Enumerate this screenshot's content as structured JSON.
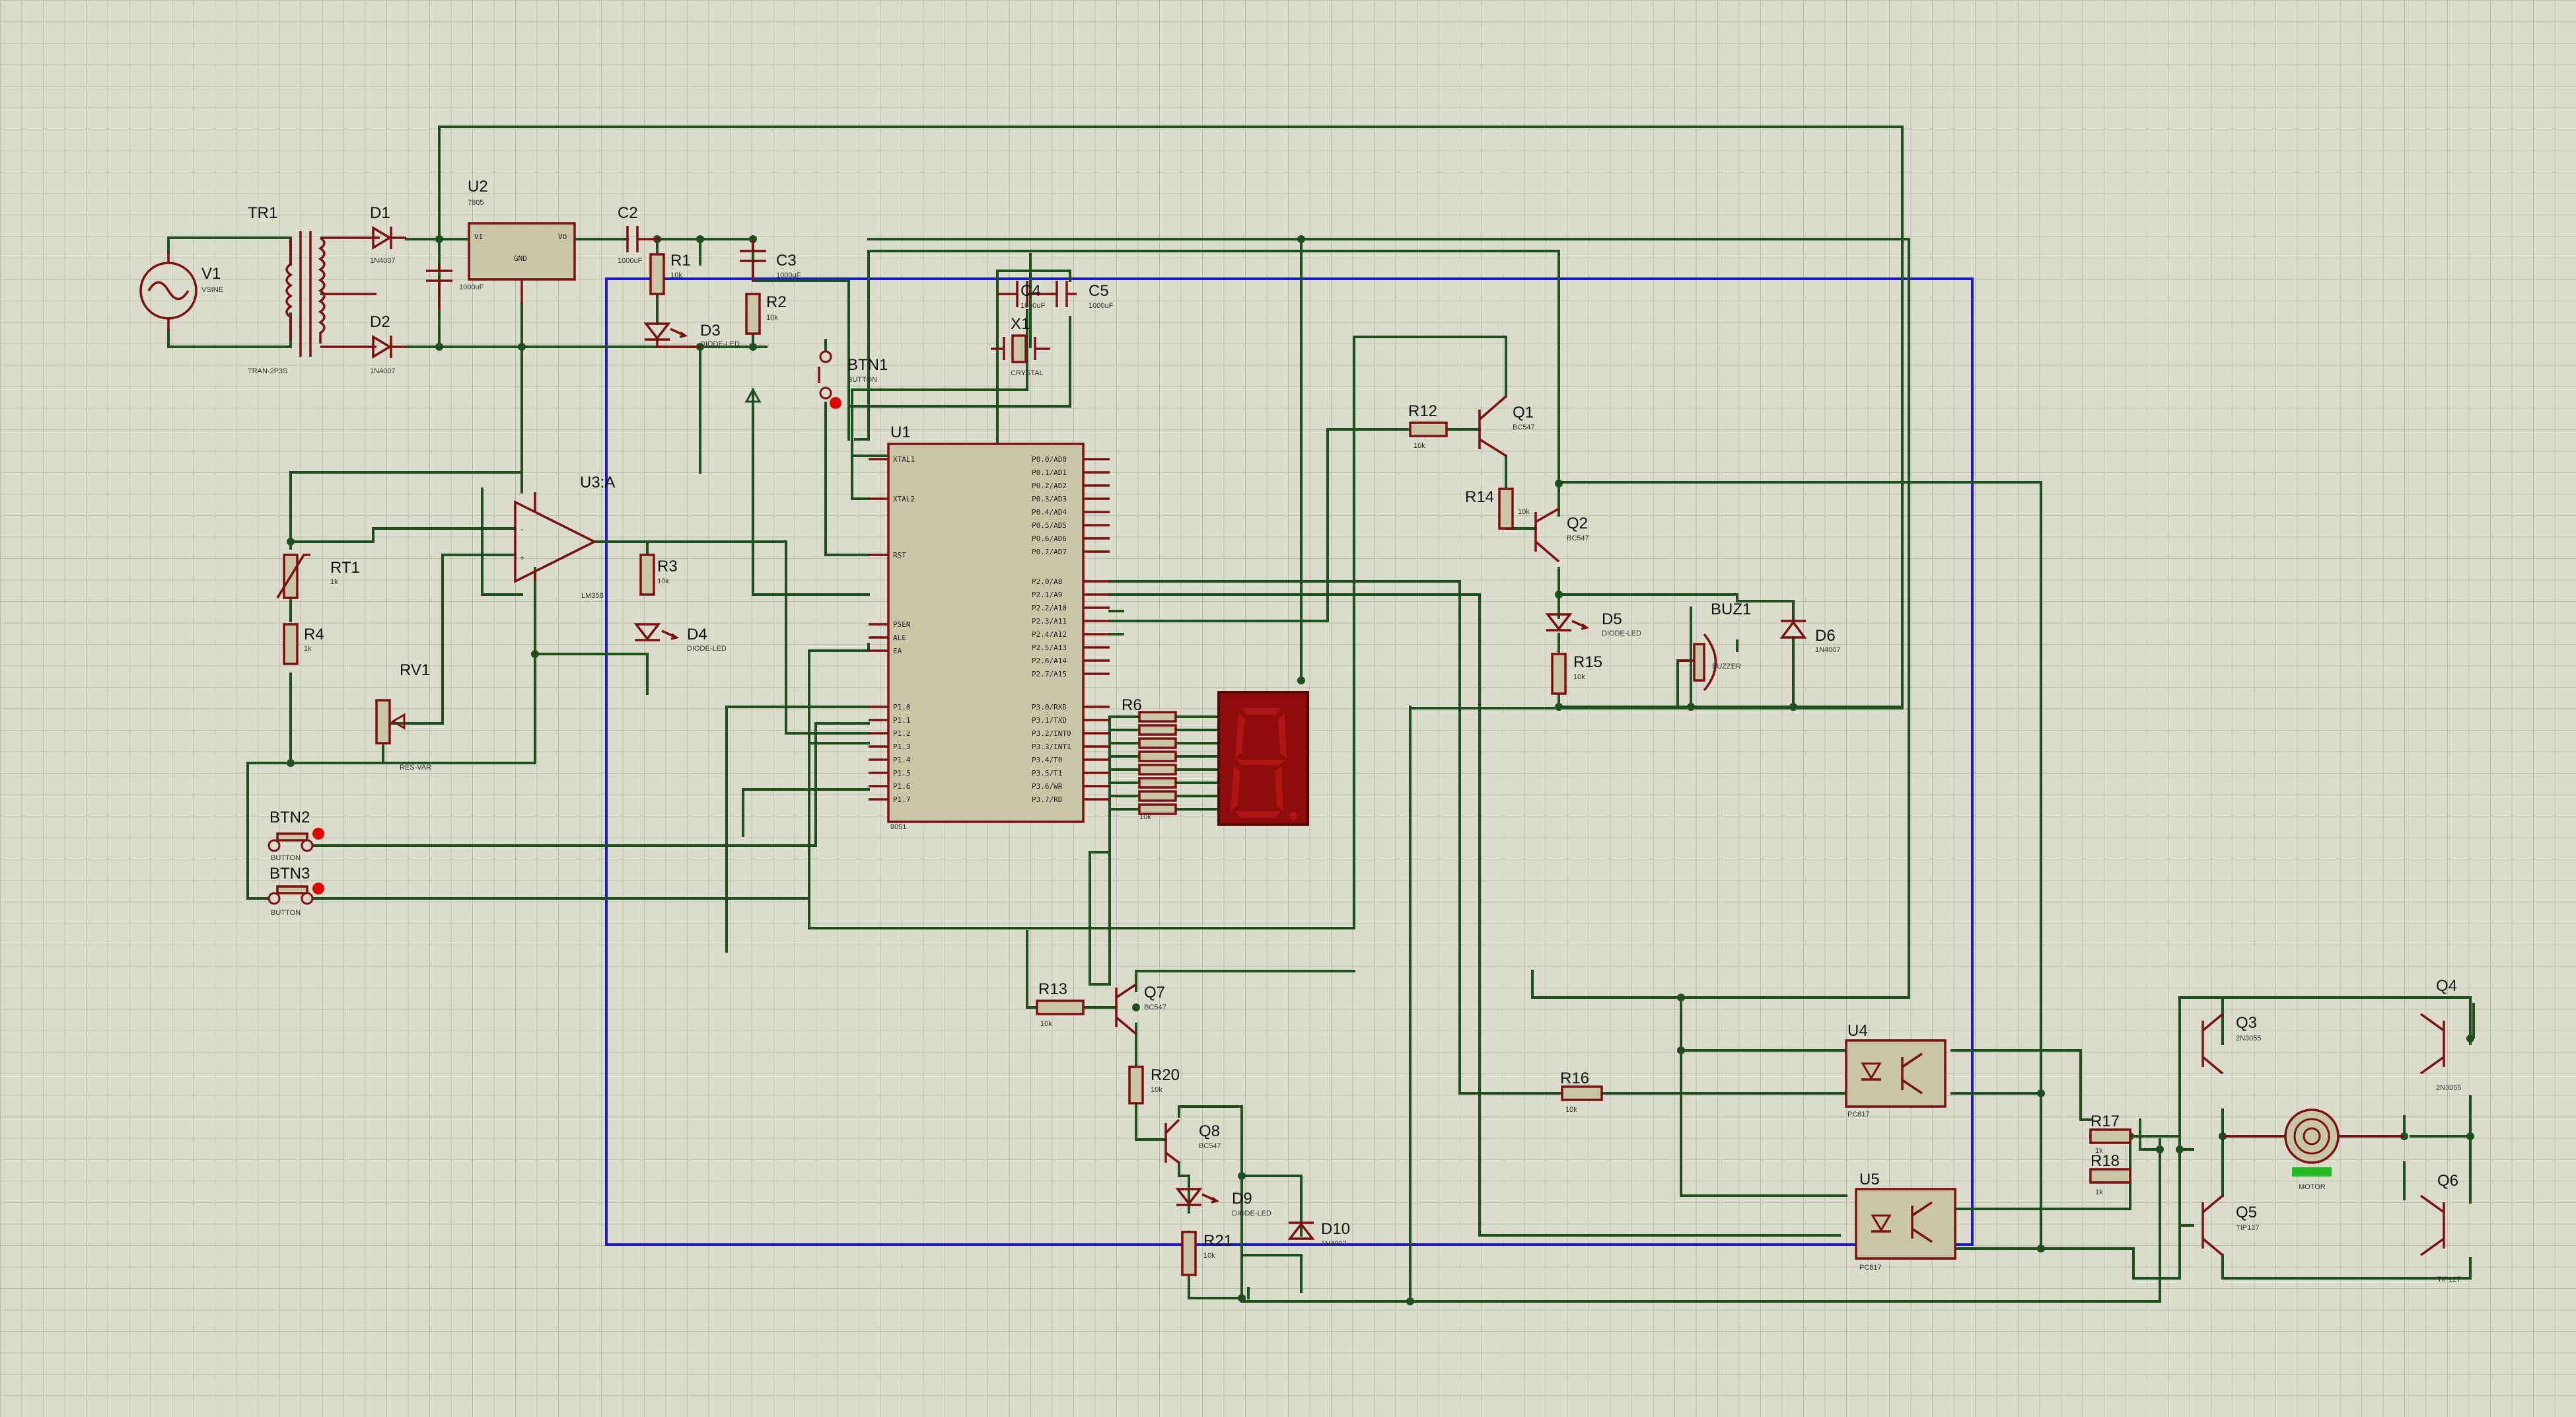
{
  "labels": {
    "tr1": "TR1",
    "tr1_sub": "TRAN-2P3S",
    "v1": "V1",
    "v1_sub": "VSINE",
    "d1": "D1",
    "d1_sub": "1N4007",
    "d2": "D2",
    "d2_sub": "1N4007",
    "u2": "U2",
    "u2_sub": "7805",
    "u2_vi": "VI",
    "u2_vo": "VO",
    "u2_gnd": "GND",
    "c1_sub": "1000uF",
    "c2": "C2",
    "c2_sub": "1000uF",
    "c3": "C3",
    "c3_sub": "1000uF",
    "r1": "R1",
    "r1_sub": "10k",
    "r2": "R2",
    "r2_sub": "10k",
    "d3": "D3",
    "d3_sub": "DIODE-LED",
    "c4": "C4",
    "c4_sub": "1000uF",
    "c5": "C5",
    "c5_sub": "1000uF",
    "x1": "X1",
    "x1_sub": "CRYSTAL",
    "btn1": "BTN1",
    "btn1_sub": "BUTTON",
    "u1": "U1",
    "u1_sub": "8051",
    "u3a": "U3:A",
    "u3a_sub": "LM358",
    "rt1": "RT1",
    "rt1_sub": "1k",
    "r3": "R3",
    "r3_sub": "10k",
    "d4": "D4",
    "d4_sub": "DIODE-LED",
    "r4": "R4",
    "r4_sub": "1k",
    "rv1": "RV1",
    "rv1_sub": "RES-VAR",
    "btn2": "BTN2",
    "btn2_sub": "BUTTON",
    "btn3": "BTN3",
    "btn3_sub": "BUTTON",
    "r6": "R6",
    "r6_sub": "10k",
    "r12": "R12",
    "r12_sub": "10k",
    "q1": "Q1",
    "q1_sub": "BC547",
    "r14": "R14",
    "r14_sub": "10k",
    "q2": "Q2",
    "q2_sub": "BC547",
    "d5": "D5",
    "d5_sub": "DIODE-LED",
    "r15": "R15",
    "r15_sub": "10k",
    "buz1": "BUZ1",
    "buz1_sub": "BUZZER",
    "d6": "D6",
    "d6_sub": "1N4007",
    "r13": "R13",
    "r13_sub": "10k",
    "q7": "Q7",
    "q7_sub": "BC547",
    "r20": "R20",
    "r20_sub": "10k",
    "q8": "Q8",
    "q8_sub": "BC547",
    "d9": "D9",
    "d9_sub": "DIODE-LED",
    "r21": "R21",
    "r21_sub": "10k",
    "d10": "D10",
    "d10_sub": "1N4007",
    "r16": "R16",
    "r16_sub": "10k",
    "u4": "U4",
    "u4_sub": "PC817",
    "u5": "U5",
    "u5_sub": "PC817",
    "r17": "R17",
    "r17_sub": "1k",
    "r18": "R18",
    "r18_sub": "1k",
    "q3": "Q3",
    "q3_sub": "2N3055",
    "q4": "Q4",
    "q4_sub": "2N3055",
    "q5": "Q5",
    "q5_sub": "TIP127",
    "q6": "Q6",
    "q6_sub": "TIP127",
    "motor_sub": "MOTOR"
  },
  "u1_pins": {
    "left": [
      "XTAL1",
      "XTAL2",
      "RST",
      "PSEN",
      "ALE",
      "EA",
      "P1.0",
      "P1.1",
      "P1.2",
      "P1.3",
      "P1.4",
      "P1.5",
      "P1.6",
      "P1.7"
    ],
    "right": [
      "P0.0/AD0",
      "P0.1/AD1",
      "P0.2/AD2",
      "P0.3/AD3",
      "P0.4/AD4",
      "P0.5/AD5",
      "P0.6/AD6",
      "P0.7/AD7",
      "P2.0/A8",
      "P2.1/A9",
      "P2.2/A10",
      "P2.3/A11",
      "P2.4/A12",
      "P2.5/A13",
      "P2.6/A14",
      "P2.7/A15",
      "P3.0/RXD",
      "P3.1/TXD",
      "P3.2/INT0",
      "P3.3/INT1",
      "P3.4/T0",
      "P3.5/T1",
      "P3.6/WR",
      "P3.7/RD"
    ]
  },
  "colors": {
    "background": "#dcdccc",
    "grid": "#bdbdad",
    "wire": "#1f4f1f",
    "bus": "#1a1acc",
    "component": "#7a1010",
    "body": "#c8c6a6",
    "display": "#8e0c0c"
  }
}
